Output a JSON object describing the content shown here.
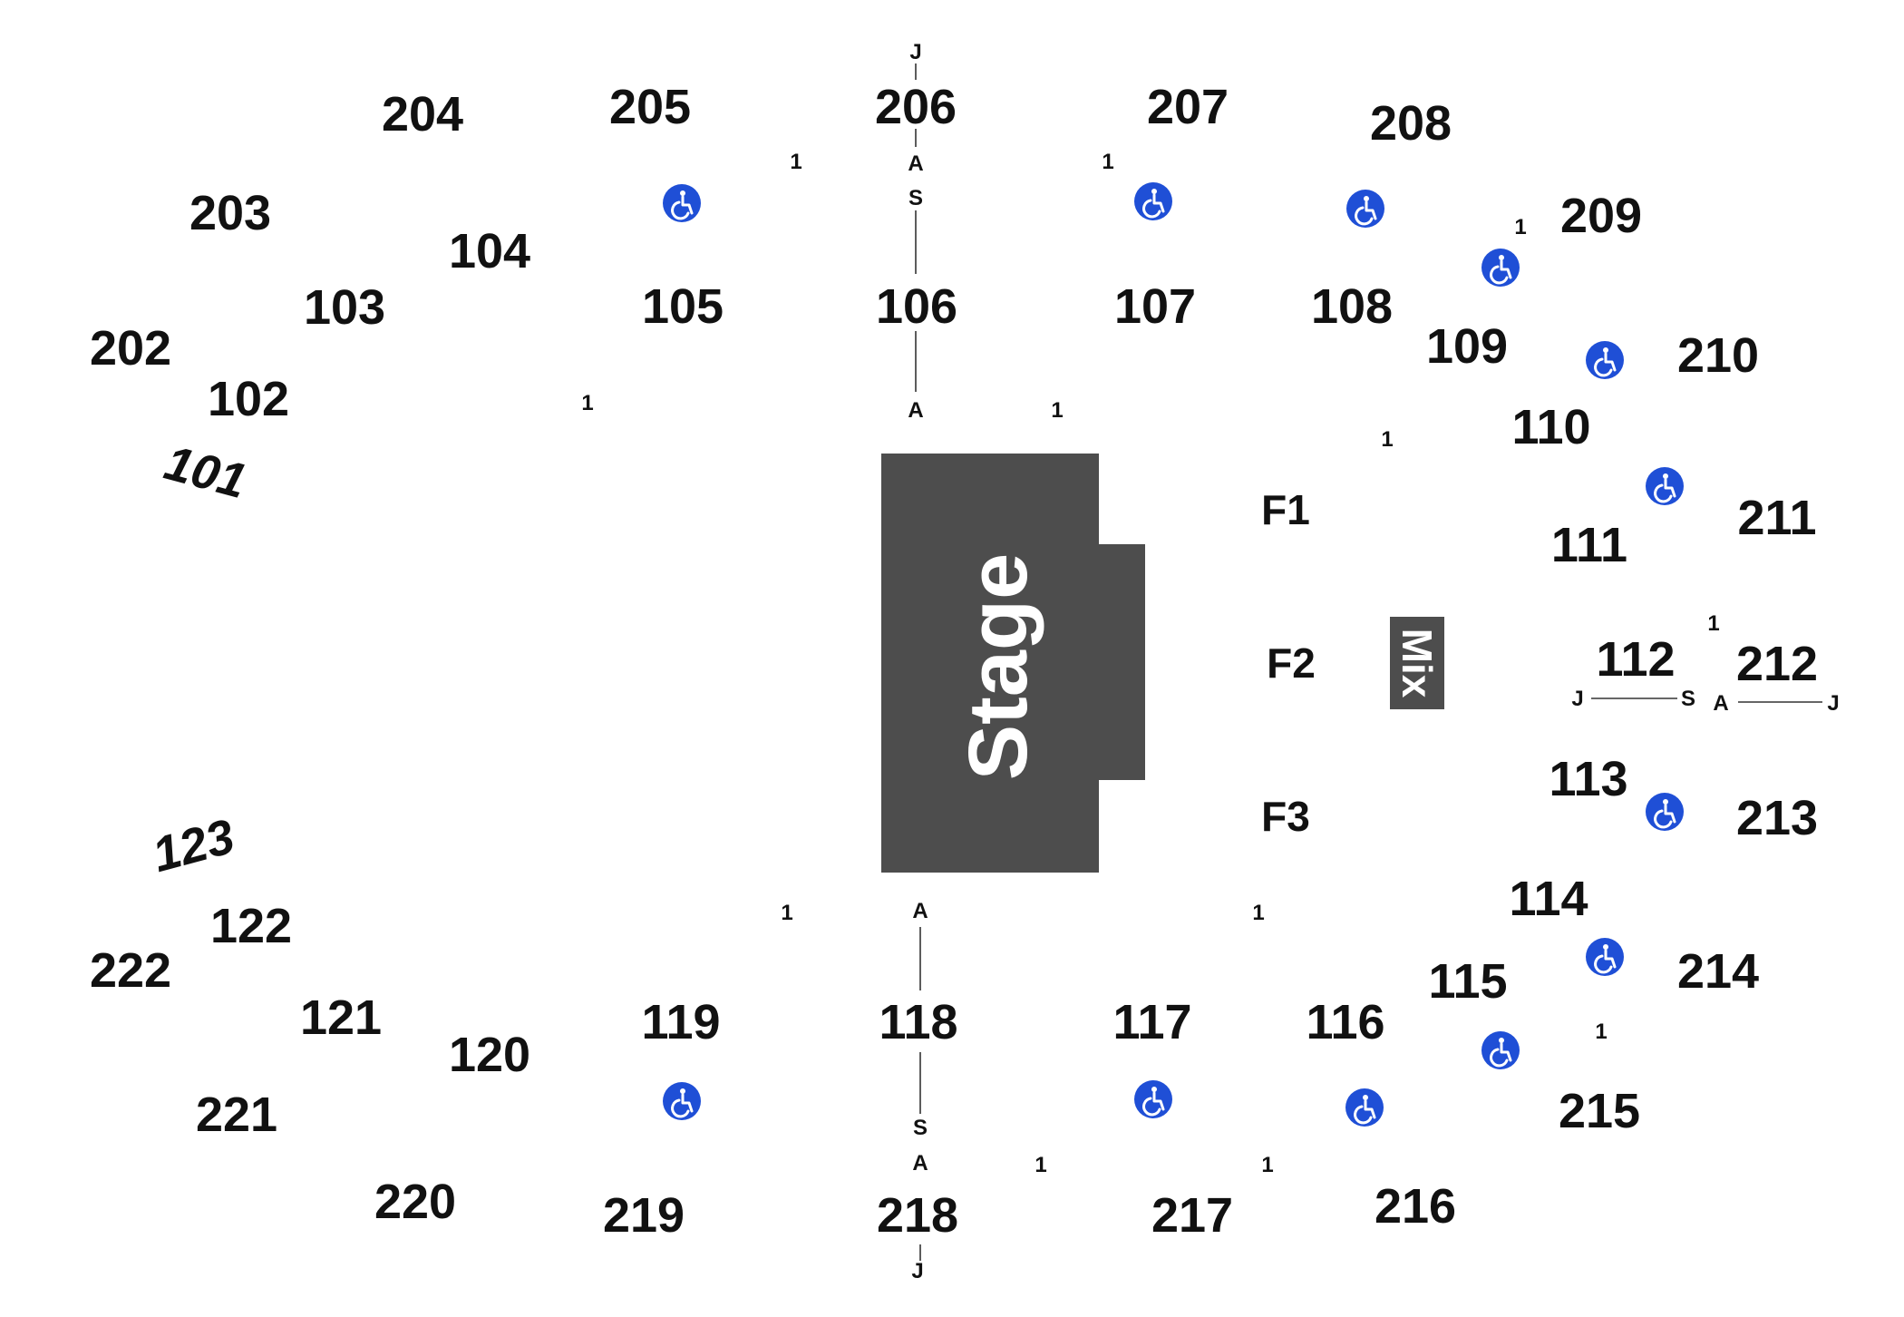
{
  "colors": {
    "stage": "#4d4d4d",
    "text": "#111111",
    "accessible": "#1f4fd6",
    "background": "#ffffff"
  },
  "stage": {
    "label": "Stage"
  },
  "mix": {
    "label": "Mix"
  },
  "floor_sections": [
    "F1",
    "F2",
    "F3"
  ],
  "sections_100": [
    "101",
    "102",
    "103",
    "104",
    "105",
    "106",
    "107",
    "108",
    "109",
    "110",
    "111",
    "112",
    "113",
    "114",
    "115",
    "116",
    "117",
    "118",
    "119",
    "120",
    "121",
    "122",
    "123"
  ],
  "sections_200": [
    "202",
    "203",
    "204",
    "205",
    "206",
    "207",
    "208",
    "209",
    "210",
    "211",
    "212",
    "213",
    "214",
    "215",
    "216",
    "217",
    "218",
    "219",
    "220",
    "221",
    "222"
  ],
  "row_labels": {
    "first": "1",
    "a": "A",
    "s": "S",
    "j": "J"
  },
  "icons": {
    "accessible": "wheelchair-icon"
  }
}
